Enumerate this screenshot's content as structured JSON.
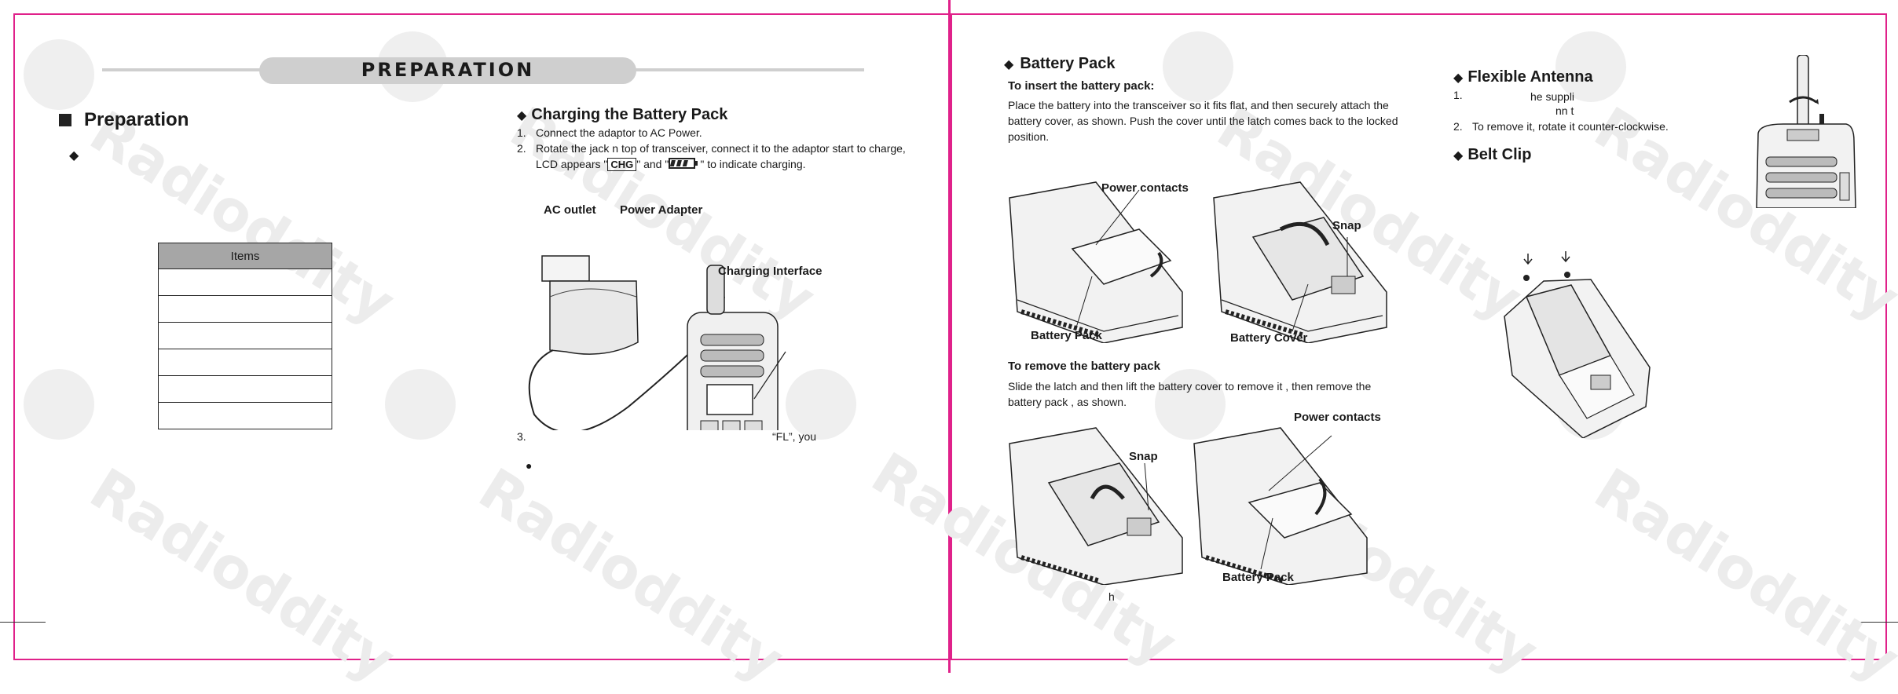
{
  "header": {
    "title": "PREPARATION"
  },
  "left_page": {
    "section_title": "Preparation",
    "items_table": {
      "header": "Items",
      "rows": [
        "",
        "",
        "",
        "",
        "",
        ""
      ]
    }
  },
  "charging": {
    "title": "Charging the Battery Pack",
    "steps": [
      {
        "num": "1.",
        "text": "Connect the adaptor to   AC Power."
      },
      {
        "num": "2.",
        "text": "Rotate the jack  n top of transceiver, connect it to the adaptor start to charge, LCD appears \"",
        "chg": "CHG",
        "mid": "\" and \"",
        "end": "\" to indicate charging."
      },
      {
        "num": "3.",
        "text": "“FL”, you"
      }
    ],
    "bullet": "●",
    "labels": {
      "ac_outlet": "AC outlet",
      "power_adapter": "Power Adapter",
      "charging_interface": "Charging Interface"
    }
  },
  "battery": {
    "title": "Battery Pack",
    "insert_heading": "To insert the battery pack:",
    "insert_text": "Place the battery into the transceiver so it fits flat, and then securely attach the battery cover, as shown. Push the cover until the latch comes back to the locked position.",
    "remove_heading": "To remove the battery pack",
    "remove_text": "Slide the latch and then lift the battery cover to remove it , then remove the battery pack , as shown.",
    "labels": {
      "power_contacts_1": "Power contacts",
      "snap_1": "Snap",
      "battery_pack_1": "Battery Pack",
      "battery_cover": "Battery Cover",
      "snap_2": "Snap",
      "power_contacts_2": "Power contacts",
      "battery_pack_2": "Battery Pack"
    },
    "footer_fragment": "h"
  },
  "antenna": {
    "title": "Flexible Antenna",
    "step1_num": "1.",
    "step1_line1": "he suppli",
    "step1_line2": "nn    t",
    "step2_num": "2.",
    "step2_text": "To remove it, rotate it counter-clockwise."
  },
  "belt_clip": {
    "title": "Belt Clip"
  },
  "watermark": {
    "text": "Radioddity"
  },
  "colors": {
    "frame": "#e0218a",
    "header_bar": "#cfcfcf",
    "table_header": "#a6a6a6",
    "watermark": "#ececec"
  }
}
